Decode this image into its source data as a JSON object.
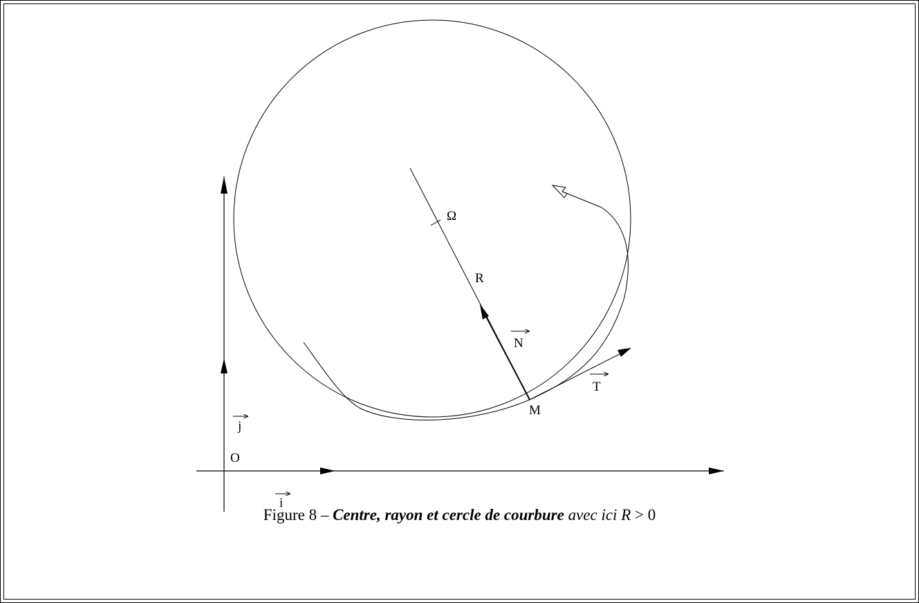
{
  "labels": {
    "origin": "O",
    "i": "i",
    "j": "j",
    "omega": "Ω",
    "radius": "R",
    "normal": "N",
    "tangent": "T",
    "point": "M"
  },
  "caption": {
    "prefix": "Figure 8 – ",
    "bold": "Centre, rayon et cercle de courbure",
    "italic": " avec ici ",
    "math_var": "R",
    "math_rest": " > 0"
  }
}
